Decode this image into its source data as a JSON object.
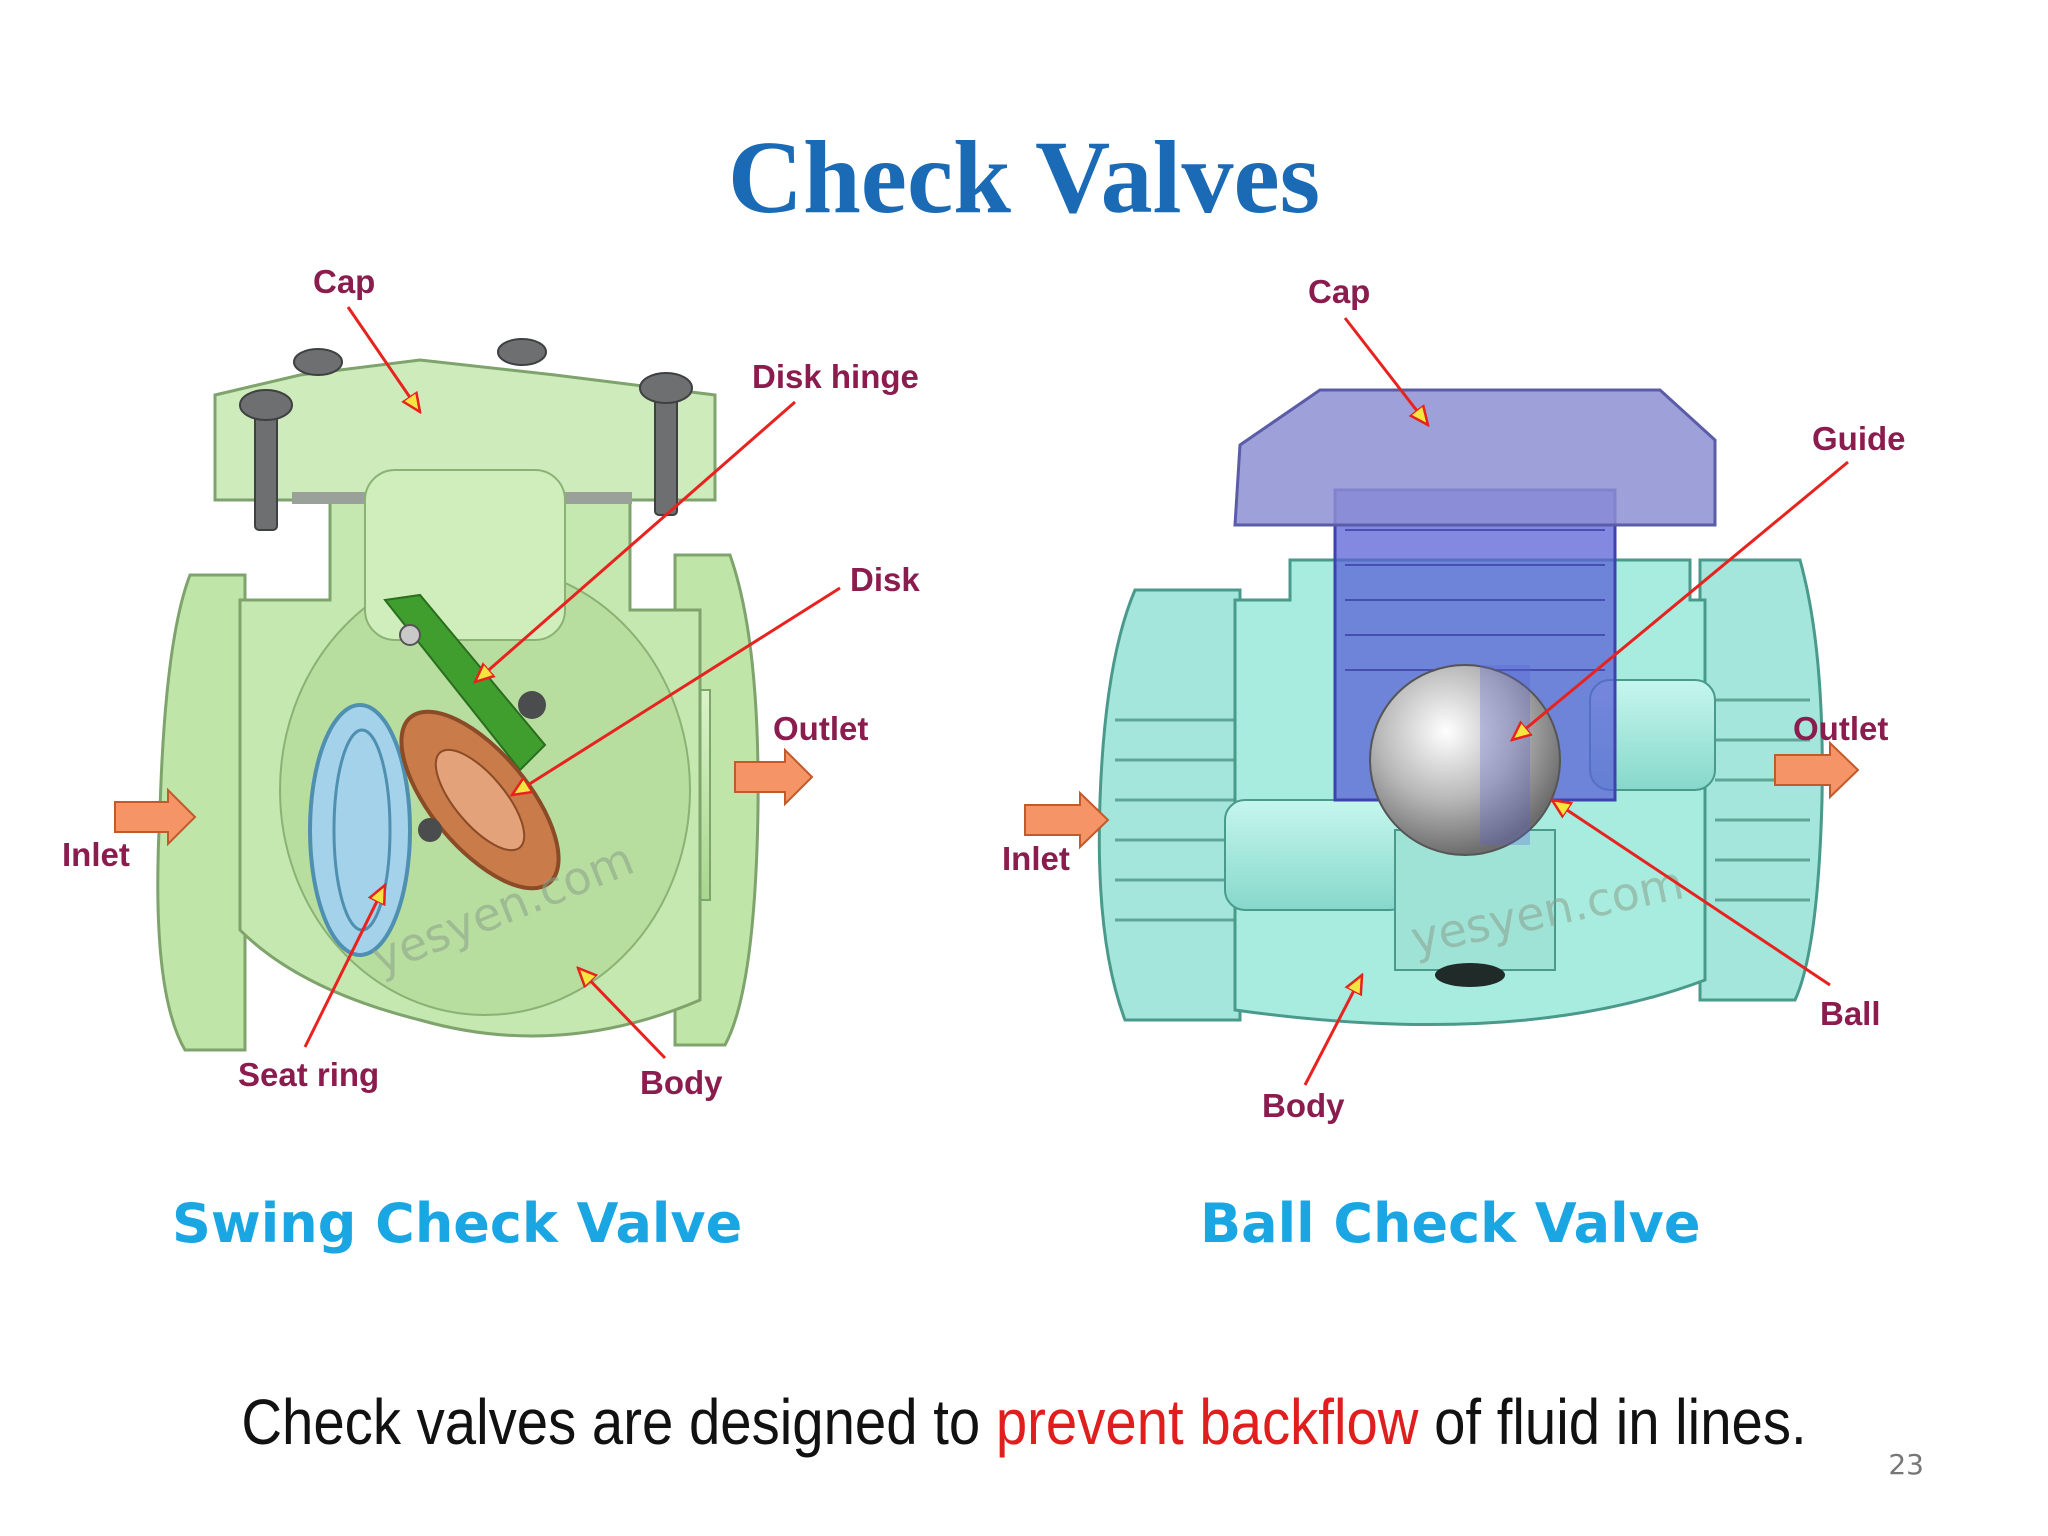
{
  "title": "Check Valves",
  "swing": {
    "caption": "Swing Check Valve",
    "labels": {
      "cap": "Cap",
      "disk_hinge": "Disk hinge",
      "disk": "Disk",
      "outlet": "Outlet",
      "inlet": "Inlet",
      "seat_ring": "Seat ring",
      "body": "Body"
    },
    "watermark": "yesyen.com"
  },
  "ball": {
    "caption": "Ball Check Valve",
    "labels": {
      "cap": "Cap",
      "guide": "Guide",
      "outlet": "Outlet",
      "inlet": "Inlet",
      "ball": "Ball",
      "body": "Body"
    },
    "watermark": "yesyen.com"
  },
  "statement": {
    "before": "Check valves are designed to ",
    "highlight": "prevent backflow",
    "after": " of fluid in lines."
  },
  "page_number": "23",
  "colors": {
    "title": "#1a6ab5",
    "caption": "#19a6e3",
    "highlight": "#e01e1e",
    "label": "#8b1c4e",
    "leader": "#e8231f",
    "flow_arrow": "#f59466",
    "swing_body": "#c4e8b0",
    "ball_body": "#a8ece0",
    "ball_cap": "#8d8fd4"
  }
}
